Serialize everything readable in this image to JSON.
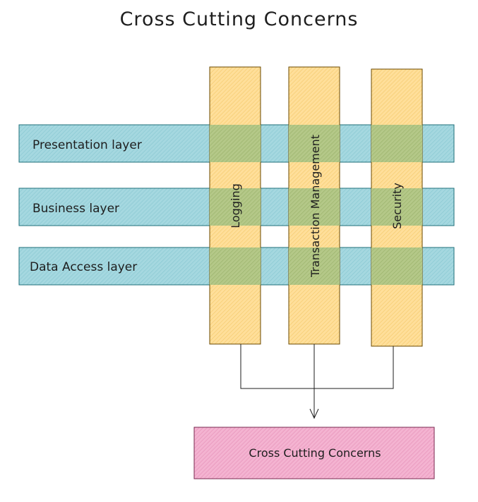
{
  "title": "Cross Cutting Concerns",
  "layers": [
    {
      "label": "Presentation layer"
    },
    {
      "label": "Business layer"
    },
    {
      "label": "Data Access layer"
    }
  ],
  "concerns": [
    {
      "label": "Logging"
    },
    {
      "label": "Transaction Management"
    },
    {
      "label": "Security"
    }
  ],
  "target": {
    "label": "Cross Cutting Concerns"
  },
  "colors": {
    "layer_fill": "#a5d8e0",
    "layer_stroke": "#1f6f7a",
    "concern_fill": "#ffd98a",
    "concern_stroke": "#6b4a00",
    "target_fill": "#f2a9cc",
    "target_stroke": "#7a2a50",
    "line": "#1e1e1e"
  }
}
